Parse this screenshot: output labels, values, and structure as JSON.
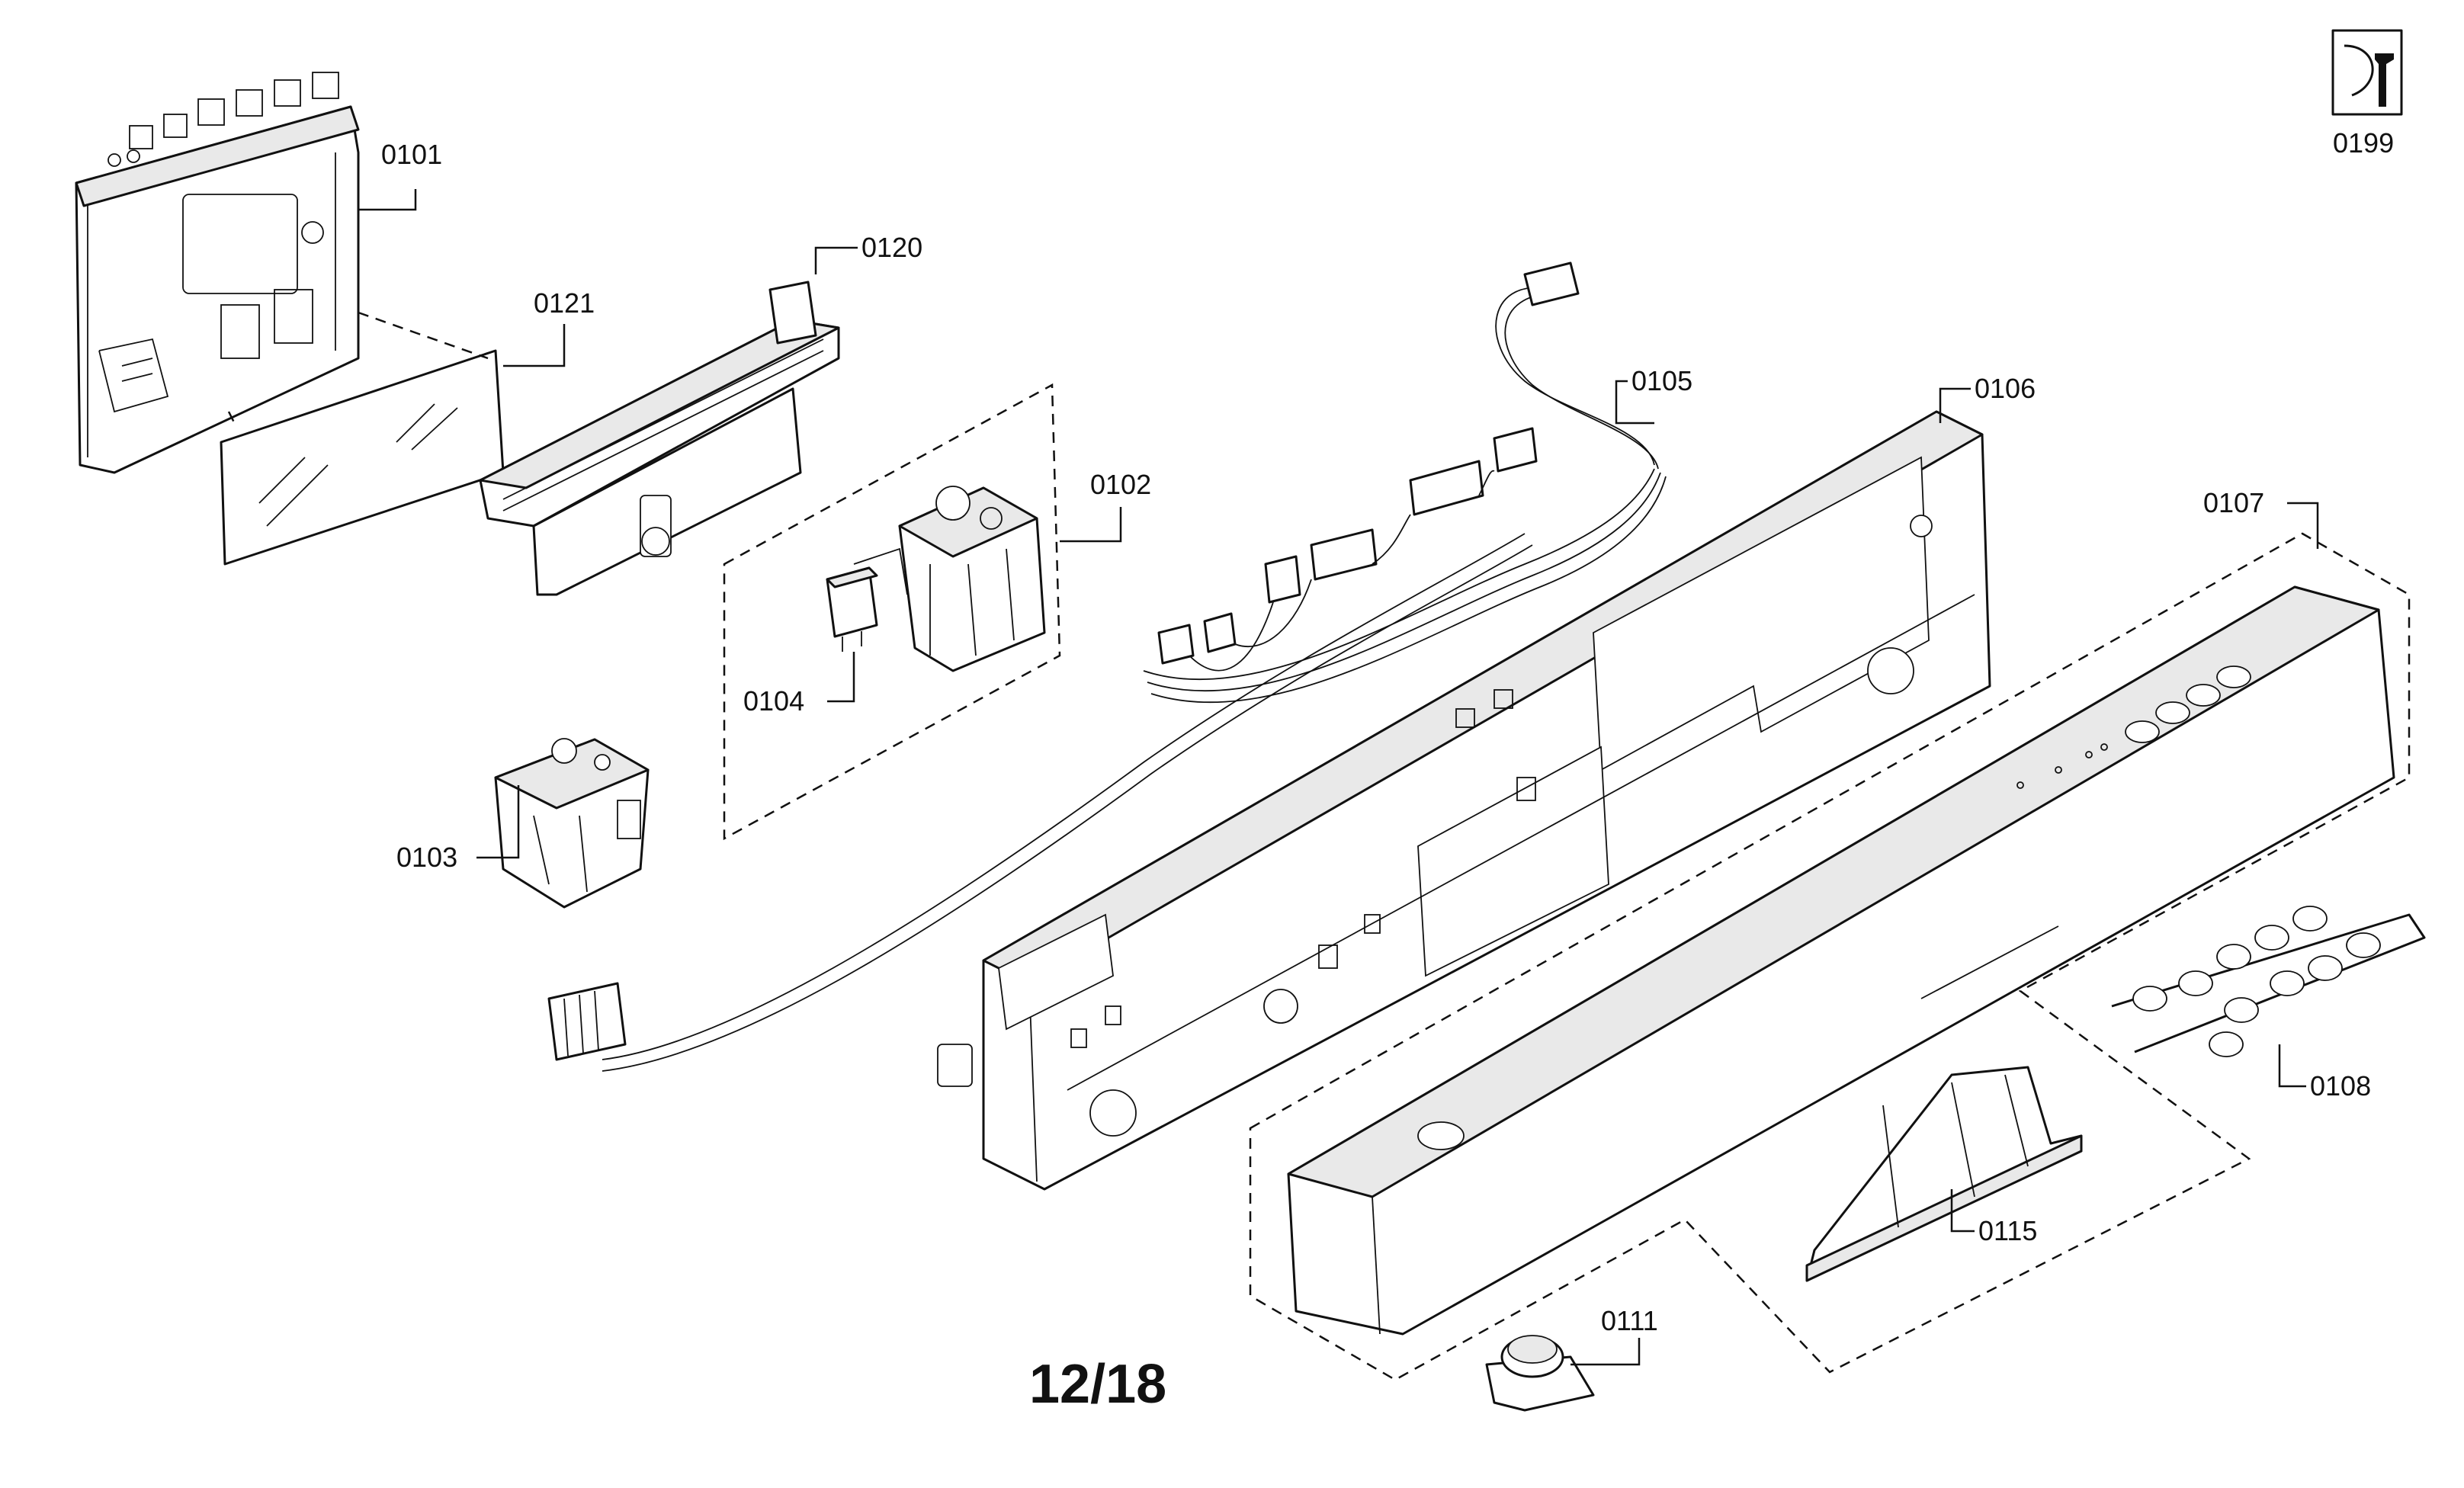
{
  "diagram": {
    "sheet": "12/18",
    "parts": {
      "p0101": "0101",
      "p0102": "0102",
      "p0103": "0103",
      "p0104": "0104",
      "p0105": "0105",
      "p0106": "0106",
      "p0107": "0107",
      "p0108": "0108",
      "p0111": "0111",
      "p0115": "0115",
      "p0120": "0120",
      "p0121": "0121",
      "p0199": "0199"
    },
    "icons": {
      "service": "service-wrench-icon"
    }
  }
}
